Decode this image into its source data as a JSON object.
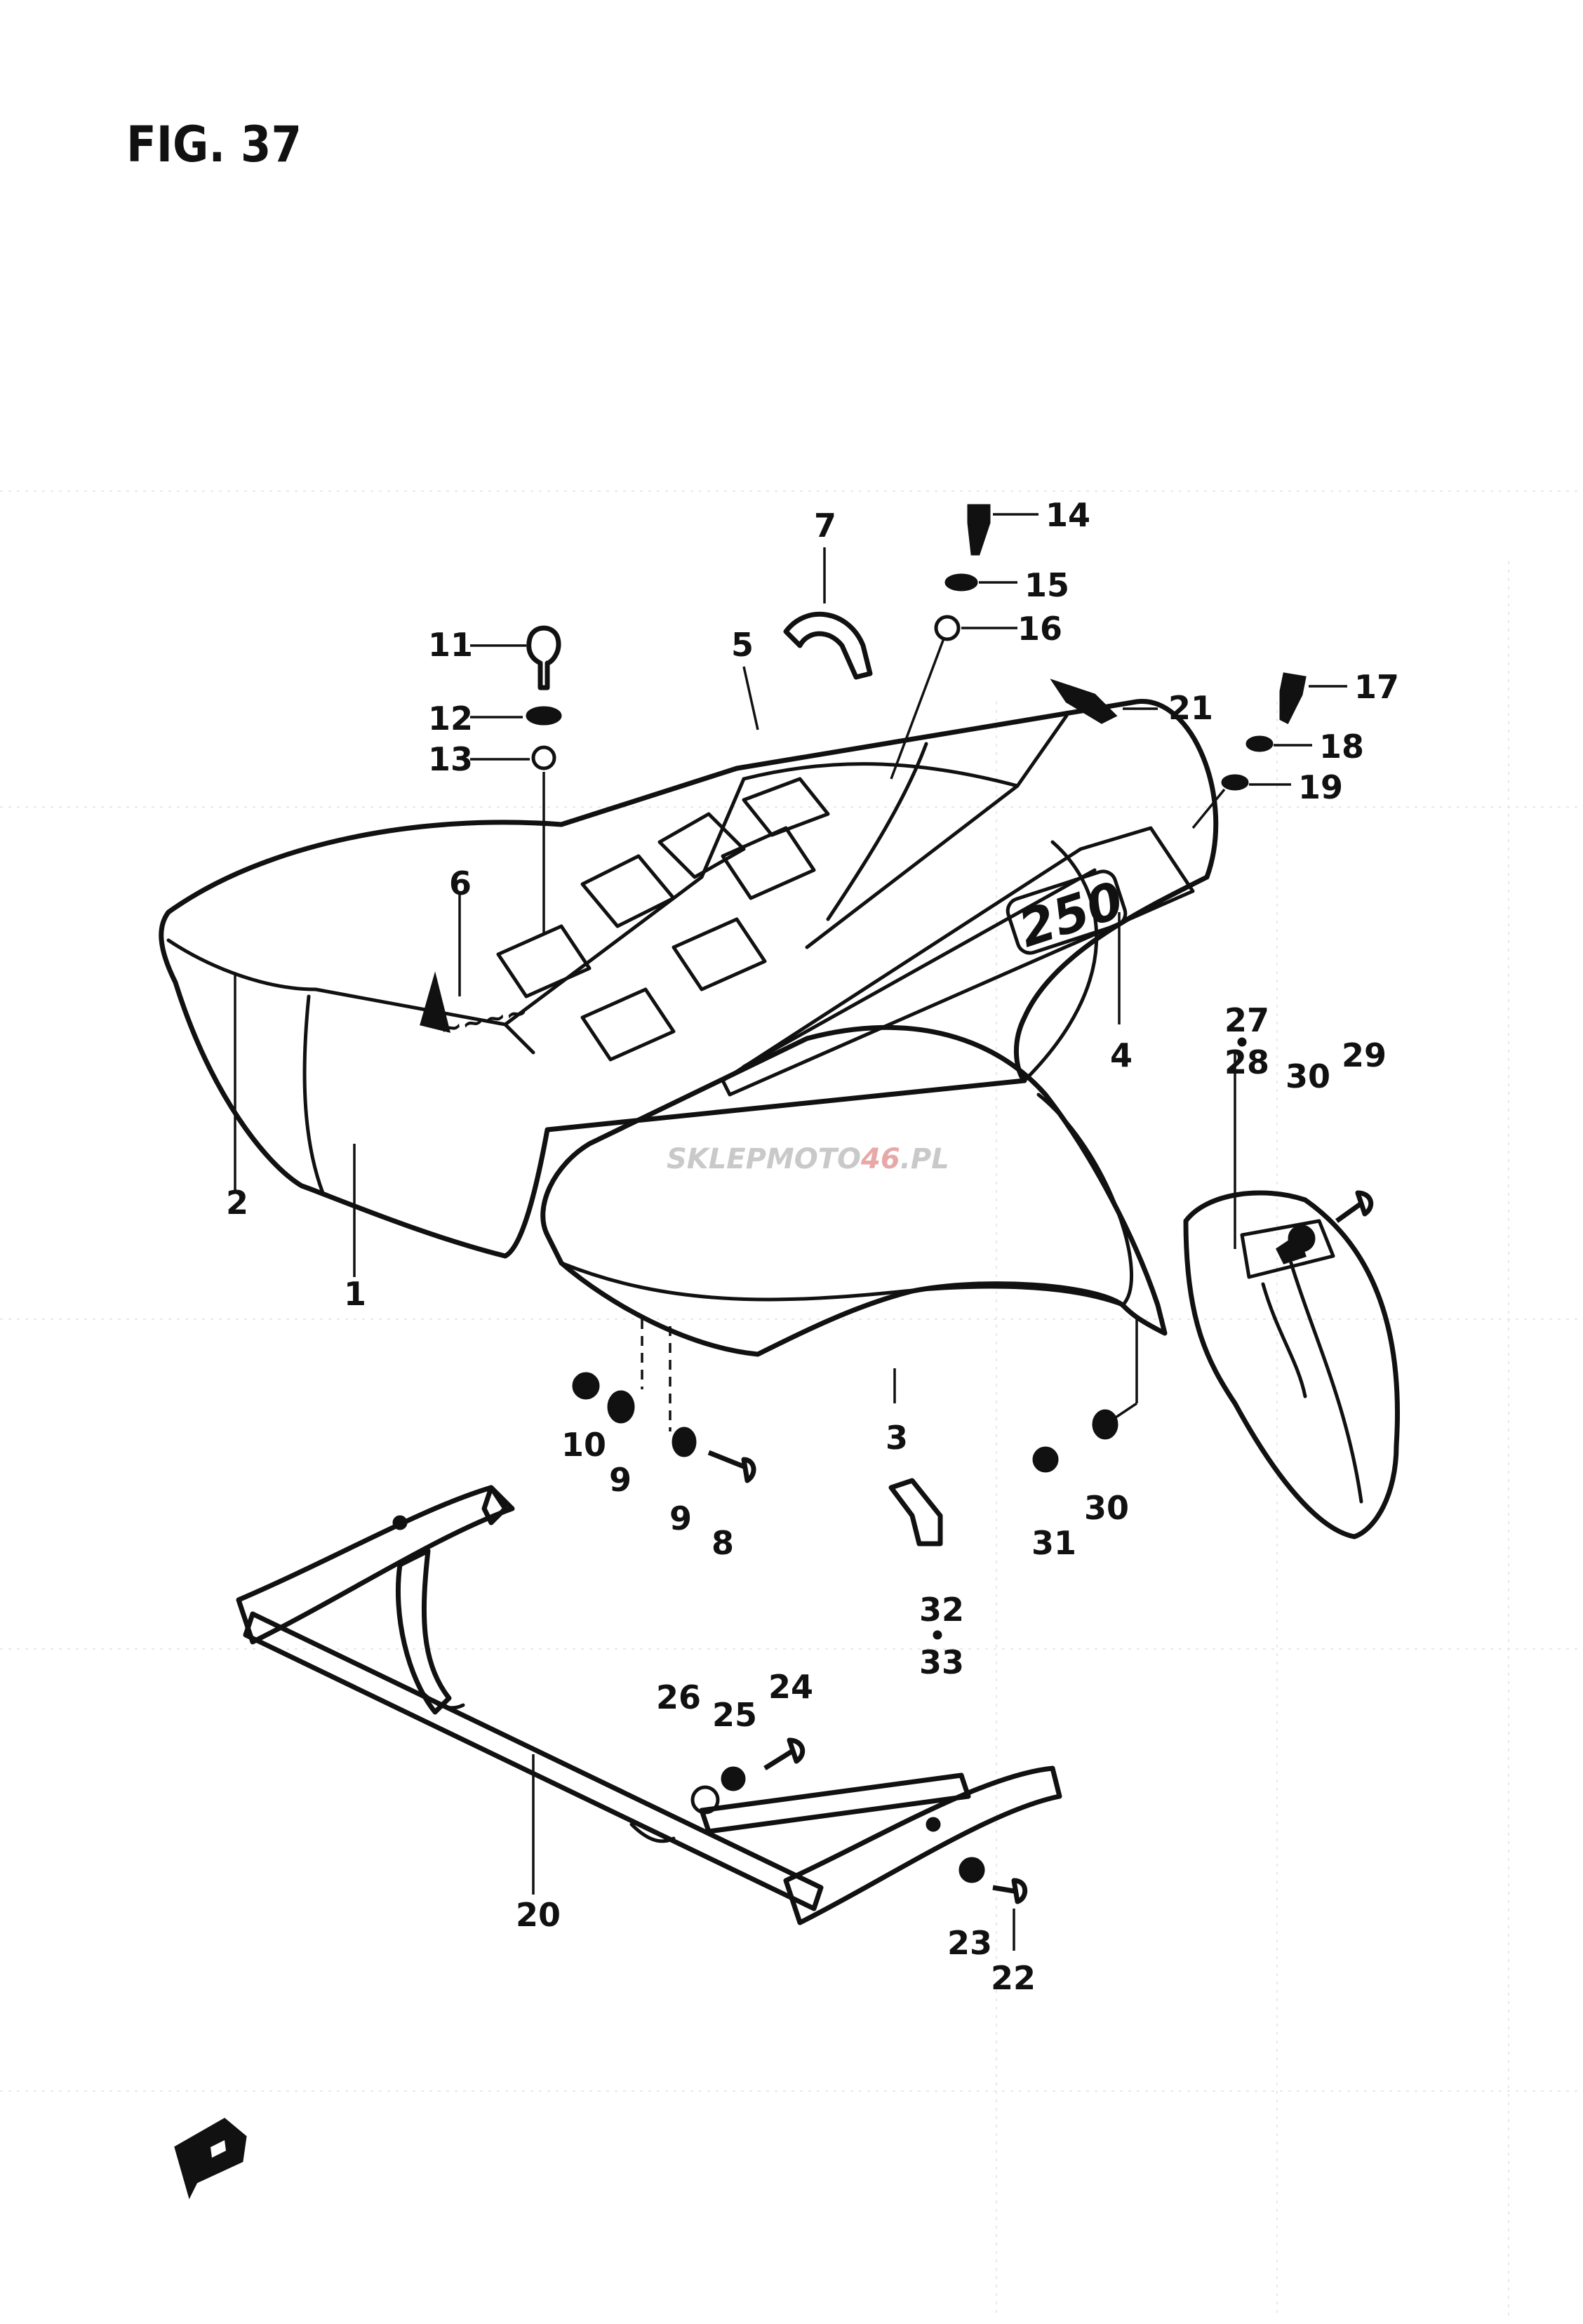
{
  "figure": {
    "title": "FIG. 37"
  },
  "watermark": {
    "brand_a": "SKLEPMOTO",
    "brand_b": "46",
    "brand_c": ".PL"
  },
  "decal": {
    "model": "250"
  },
  "callouts": [
    {
      "id": "1",
      "text": "1"
    },
    {
      "id": "2",
      "text": "2"
    },
    {
      "id": "3",
      "text": "3"
    },
    {
      "id": "4",
      "text": "4"
    },
    {
      "id": "5",
      "text": "5"
    },
    {
      "id": "6",
      "text": "6"
    },
    {
      "id": "7",
      "text": "7"
    },
    {
      "id": "8",
      "text": "8"
    },
    {
      "id": "9a",
      "text": "9"
    },
    {
      "id": "9b",
      "text": "9"
    },
    {
      "id": "10",
      "text": "10"
    },
    {
      "id": "11",
      "text": "11"
    },
    {
      "id": "12",
      "text": "12"
    },
    {
      "id": "13",
      "text": "13"
    },
    {
      "id": "14",
      "text": "14"
    },
    {
      "id": "15",
      "text": "15"
    },
    {
      "id": "16",
      "text": "16"
    },
    {
      "id": "17",
      "text": "17"
    },
    {
      "id": "18",
      "text": "18"
    },
    {
      "id": "19",
      "text": "19"
    },
    {
      "id": "20",
      "text": "20"
    },
    {
      "id": "21",
      "text": "21"
    },
    {
      "id": "22",
      "text": "22"
    },
    {
      "id": "23",
      "text": "23"
    },
    {
      "id": "24",
      "text": "24"
    },
    {
      "id": "25",
      "text": "25"
    },
    {
      "id": "26",
      "text": "26"
    },
    {
      "id": "27",
      "text": "27"
    },
    {
      "id": "28",
      "text": "28"
    },
    {
      "id": "29",
      "text": "29"
    },
    {
      "id": "30a",
      "text": "30"
    },
    {
      "id": "30b",
      "text": "30"
    },
    {
      "id": "31",
      "text": "31"
    },
    {
      "id": "32",
      "text": "32"
    },
    {
      "id": "33",
      "text": "33"
    }
  ]
}
